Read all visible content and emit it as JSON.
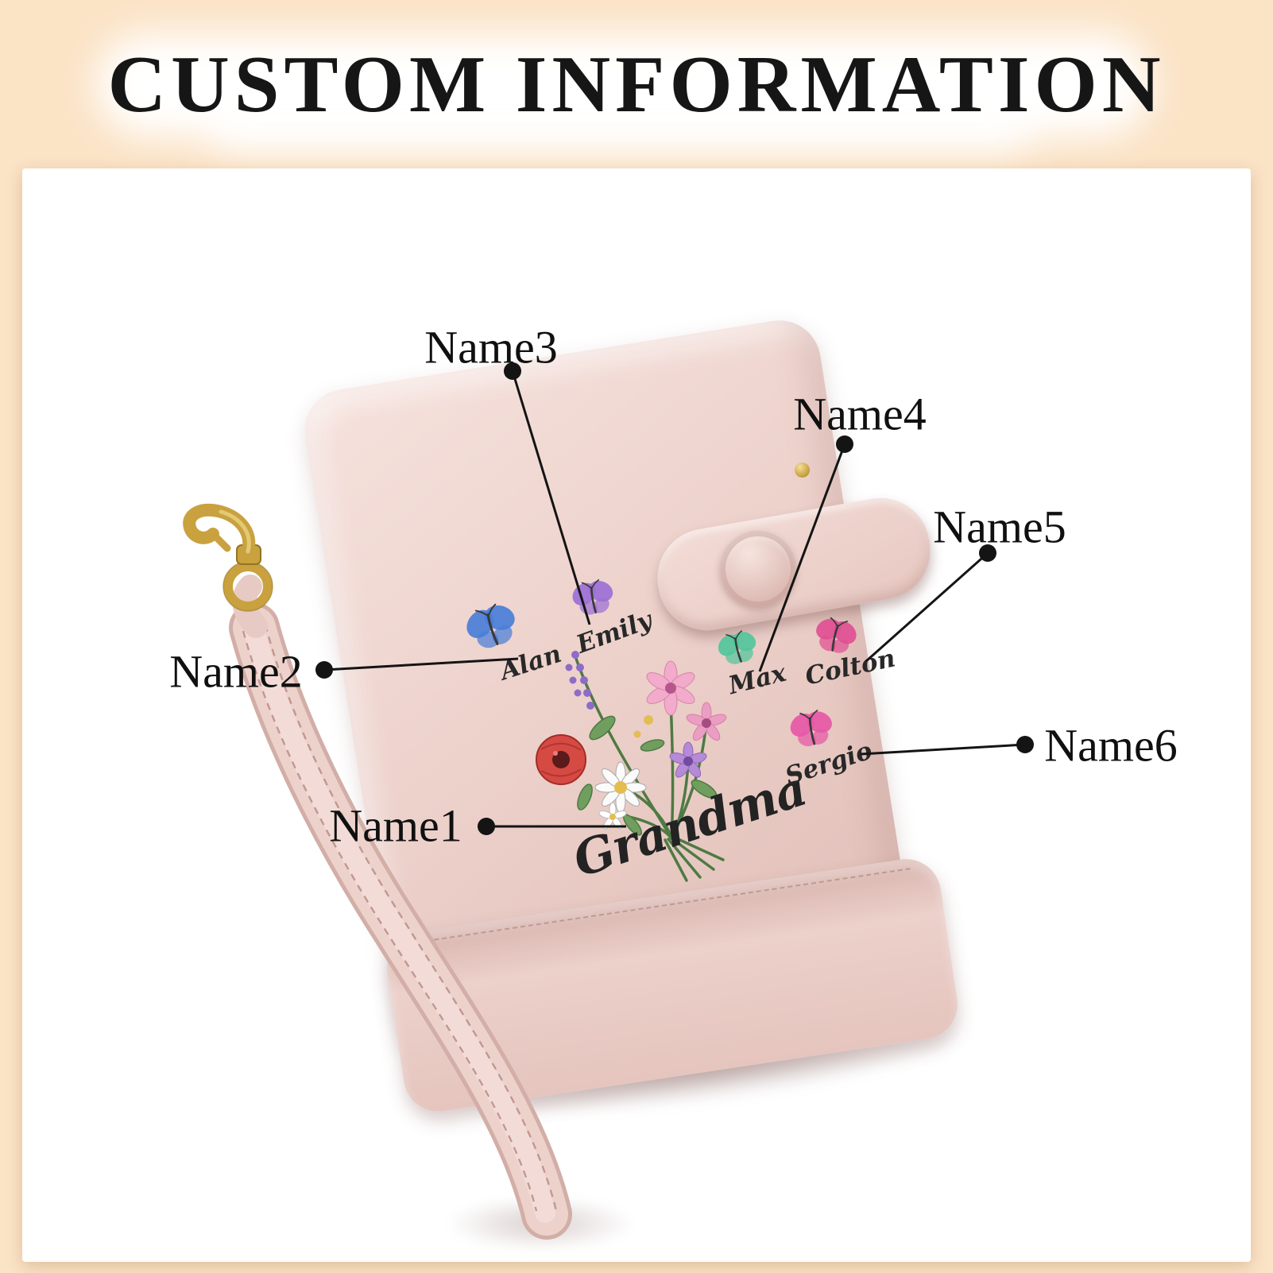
{
  "header": {
    "title": "CUSTOM INFORMATION"
  },
  "product": {
    "wallet_text": "Grandma",
    "names": [
      {
        "label": "Alan",
        "butterfly": "blue-butterfly",
        "butterfly_color": "#4a7ed8"
      },
      {
        "label": "Emily",
        "butterfly": "purple-butterfly",
        "butterfly_color": "#9b6fd6"
      },
      {
        "label": "Max",
        "butterfly": "green-butterfly",
        "butterfly_color": "#53c59b"
      },
      {
        "label": "Colton",
        "butterfly": "pink-butterfly",
        "butterfly_color": "#e04f92"
      },
      {
        "label": "Sergio",
        "butterfly": "magenta-butterfly",
        "butterfly_color": "#e658a6"
      }
    ]
  },
  "callouts": [
    {
      "label": "Name1",
      "target": "Grandma"
    },
    {
      "label": "Name2",
      "target": "Alan"
    },
    {
      "label": "Name3",
      "target": "Emily"
    },
    {
      "label": "Name4",
      "target": "Max"
    },
    {
      "label": "Name5",
      "target": "Colton"
    },
    {
      "label": "Name6",
      "target": "Sergio"
    }
  ],
  "colors": {
    "background": "#fbe3c6",
    "card": "#ffffff",
    "wallet": "#ecd1cb",
    "gold": "#c9a23f",
    "callout_line": "#141414"
  }
}
